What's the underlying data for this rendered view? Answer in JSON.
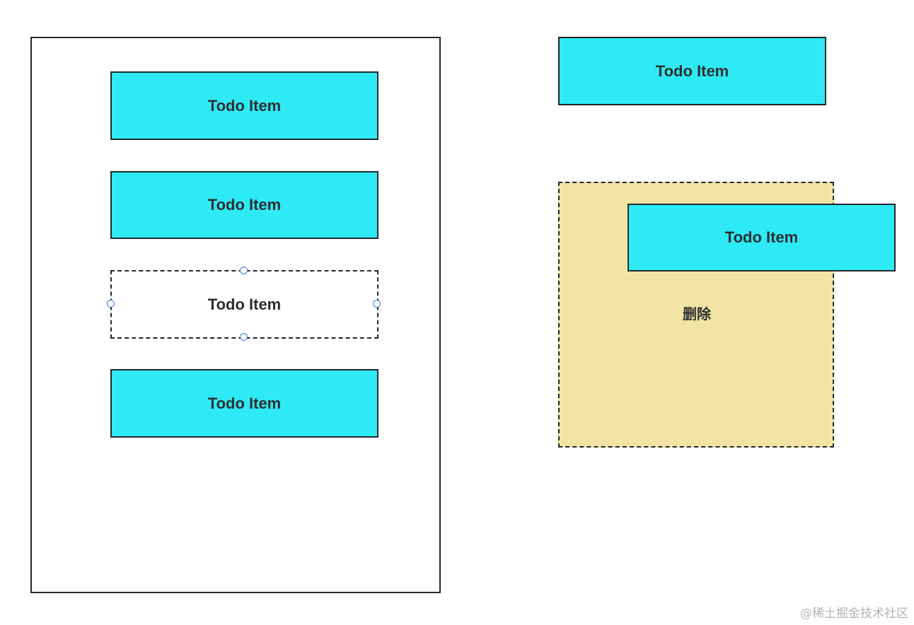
{
  "colors": {
    "todo_fill": "#2eeaf4",
    "delete_zone_fill": "#f2e4a4",
    "border": "#22282e",
    "handle": "#3a7bd5"
  },
  "list": {
    "items": [
      {
        "label": "Todo Item"
      },
      {
        "label": "Todo Item"
      },
      {
        "label": "Todo Item",
        "state": "placeholder"
      },
      {
        "label": "Todo Item"
      }
    ]
  },
  "dragging_item": {
    "label": "Todo Item"
  },
  "delete_zone": {
    "label": "删除",
    "dragged_item_label": "Todo Item"
  },
  "watermark": "@稀土掘金技术社区"
}
